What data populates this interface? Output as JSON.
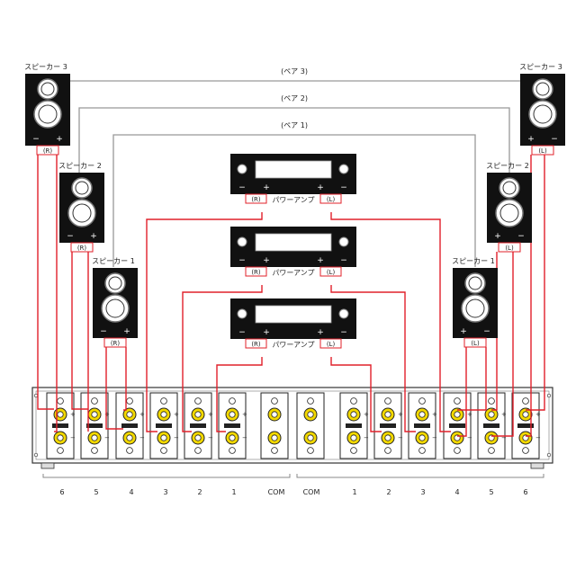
{
  "pair_labels": [
    "(ペア 1)",
    "(ペア 2)",
    "(ペア 3)"
  ],
  "speakers_left": [
    {
      "title": "スピーカー 1",
      "side": "(R)"
    },
    {
      "title": "スピーカー 2",
      "side": "(R)"
    },
    {
      "title": "スピーカー 3",
      "side": "(R)"
    }
  ],
  "speakers_right": [
    {
      "title": "スピーカー 1",
      "side": "(L)"
    },
    {
      "title": "スピーカー 2",
      "side": "(L)"
    },
    {
      "title": "スピーカー 3",
      "side": "(L)"
    }
  ],
  "amplifiers": [
    {
      "name": "パワーアンプ",
      "ch_r": "(R)",
      "ch_l": "(L)"
    },
    {
      "name": "パワーアンプ",
      "ch_r": "(R)",
      "ch_l": "(L)"
    },
    {
      "name": "パワーアンプ",
      "ch_r": "(R)",
      "ch_l": "(L)"
    }
  ],
  "terminal_plus": "+",
  "terminal_minus": "−",
  "selector": {
    "left_numbers": [
      "6",
      "5",
      "4",
      "3",
      "2",
      "1"
    ],
    "right_numbers": [
      "1",
      "2",
      "3",
      "4",
      "5",
      "6"
    ],
    "com_left": "COM",
    "com_right": "COM"
  },
  "colors": {
    "wire": "#e0202a",
    "frame": "#444444",
    "terminal_gold": "#f2d800",
    "panel": "#111111"
  }
}
